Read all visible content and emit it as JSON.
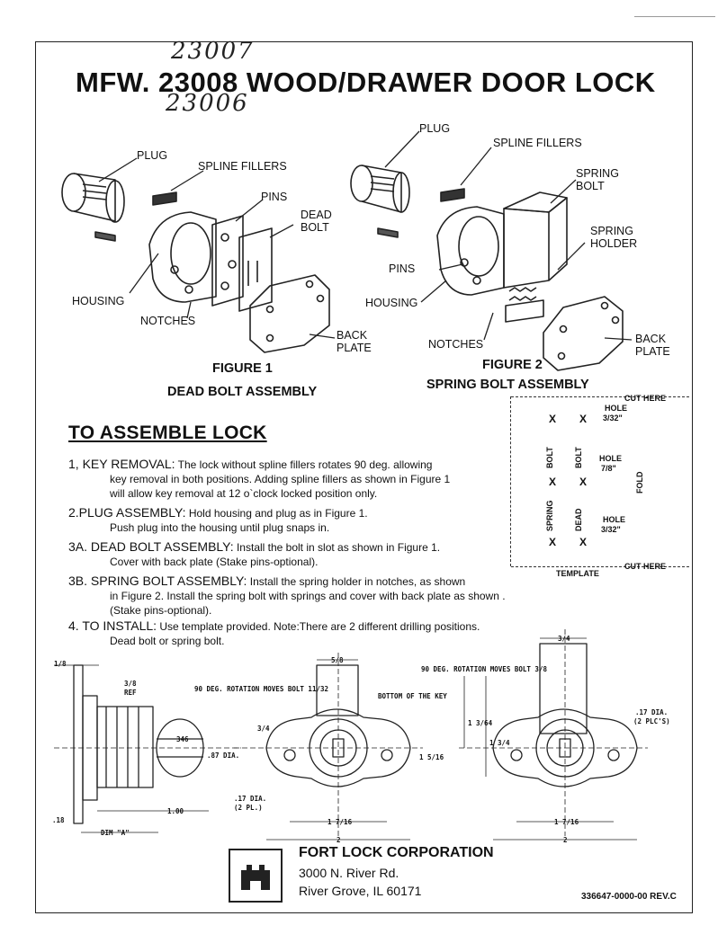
{
  "handwritten": {
    "top": "23007",
    "bottom": "23006"
  },
  "title": "MFW.  23008 WOOD/DRAWER DOOR LOCK",
  "figure1": {
    "labels": {
      "plug": "PLUG",
      "spline_fillers": "SPLINE FILLERS",
      "pins": "PINS",
      "dead_bolt_1": "DEAD",
      "dead_bolt_2": "BOLT",
      "housing": "HOUSING",
      "notches": "NOTCHES",
      "back_plate_1": "BACK",
      "back_plate_2": "PLATE"
    },
    "caption_1": "FIGURE 1",
    "caption_2": "DEAD BOLT ASSEMBLY"
  },
  "figure2": {
    "labels": {
      "plug": "PLUG",
      "spline_fillers": "SPLINE FILLERS",
      "spring_bolt_1": "SPRING",
      "spring_bolt_2": "BOLT",
      "spring_holder_1": "SPRING",
      "spring_holder_2": "HOLDER",
      "pins": "PINS",
      "housing": "HOUSING",
      "notches": "NOTCHES",
      "back_plate_1": "BACK",
      "back_plate_2": "PLATE"
    },
    "caption_1": "FIGURE 2",
    "caption_2": "SPRING BOLT ASSEMBLY"
  },
  "assemble_heading": "TO ASSEMBLE LOCK",
  "steps": [
    {
      "head": "1, KEY REMOVAL:",
      "text": " The lock without spline fillers rotates 90 deg. allowing",
      "lines": [
        "key removal in both positions. Adding spline fillers as shown in Figure 1",
        "will allow key removal at 12 o`clock locked position only."
      ]
    },
    {
      "head": "2.PLUG ASSEMBLY:",
      "text": " Hold housing and plug as in Figure 1.",
      "lines": [
        "Push plug into the housing until plug snaps in."
      ]
    },
    {
      "head": "3A. DEAD BOLT ASSEMBLY:",
      "text": " Install the bolt in slot as shown in Figure 1.",
      "lines": [
        "Cover with back plate (Stake pins-optional)."
      ]
    },
    {
      "head": "3B. SPRING BOLT ASSEMBLY:",
      "text": " Install the spring holder in notches, as shown",
      "lines": [
        "in Figure 2. Install the spring bolt with springs and cover with back plate as shown .",
        "(Stake pins-optional)."
      ]
    },
    {
      "head": "4. TO INSTALL:",
      "text": " Use template provided. Note:There are 2 different drilling positions.",
      "lines": [
        "Dead bolt or  spring bolt."
      ]
    }
  ],
  "template": {
    "cut_top": "CUT HERE",
    "cut_bottom": "CUT HERE",
    "fold": "FOLD",
    "label": "TEMPLATE",
    "hole1": [
      "HOLE",
      "3/32\""
    ],
    "hole2": [
      "HOLE",
      "7/8\""
    ],
    "hole3": [
      "HOLE",
      "3/32\""
    ],
    "bolt_left": "BOLT",
    "bolt_right": "BOLT",
    "spring": "SPRING",
    "dead": "DEAD",
    "mark": "X"
  },
  "dims": {
    "d_1_8": "1/8",
    "d_3_8": "3/8",
    "ref": "REF",
    "dia_87": ".87 DIA.",
    "key_no": "346",
    "d_1_00": "1.00",
    "d_18": ".18",
    "dim_a": "DIM \"A\"",
    "d_5_8": "5/8",
    "rot_1": "90 DEG. ROTATION MOVES BOLT 11/32",
    "key_bottom": "BOTTOM OF THE KEY",
    "d_3_4": "3/4",
    "d_1_5_16": "1 5/16",
    "dia_17": ".17 DIA.",
    "pl_2": "(2 PL.)",
    "d_1_7_16": "1 7/16",
    "d_2": "2",
    "d_3_4b": "3/4",
    "rot_2": "90 DEG. ROTATION MOVES BOLT 3/8",
    "d_1_3_64": "1 3/64",
    "d_1_3_4": "1 3/4",
    "dia_17b": ".17 DIA.",
    "pl_2b": "(2 PLC'S)",
    "d_1_7_16b": "1 7/16",
    "d_2b": "2"
  },
  "company": {
    "name": "FORT LOCK CORPORATION",
    "address": "3000 N. River Rd.",
    "city": "River Grove, IL 60171",
    "doc_no": "336647-0000-00 REV.C"
  }
}
